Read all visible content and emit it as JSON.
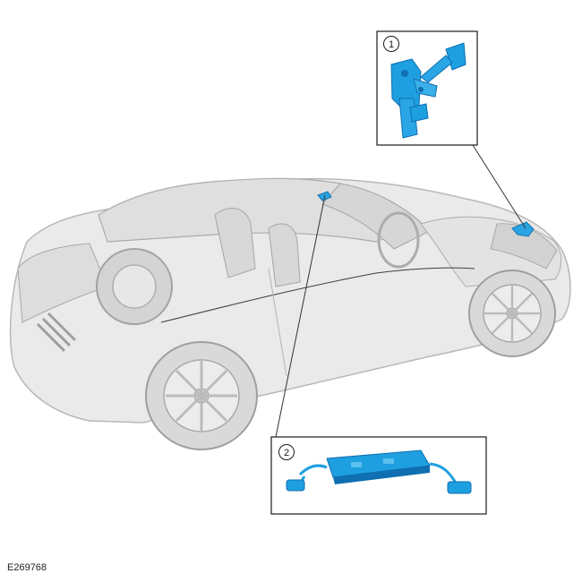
{
  "figure": {
    "reference_code": "E269768",
    "callouts": [
      {
        "number": "1",
        "component_icon": "pedal-assembly-module-icon"
      },
      {
        "number": "2",
        "component_icon": "wiring-harness-module-icon"
      }
    ]
  },
  "colors": {
    "highlight": "#1e9fe0",
    "highlight_dark": "#0f6fb0",
    "vehicle_ghost": "#cfcfcf",
    "vehicle_line": "#9a9a9a",
    "frame": "#1a1a1a"
  }
}
